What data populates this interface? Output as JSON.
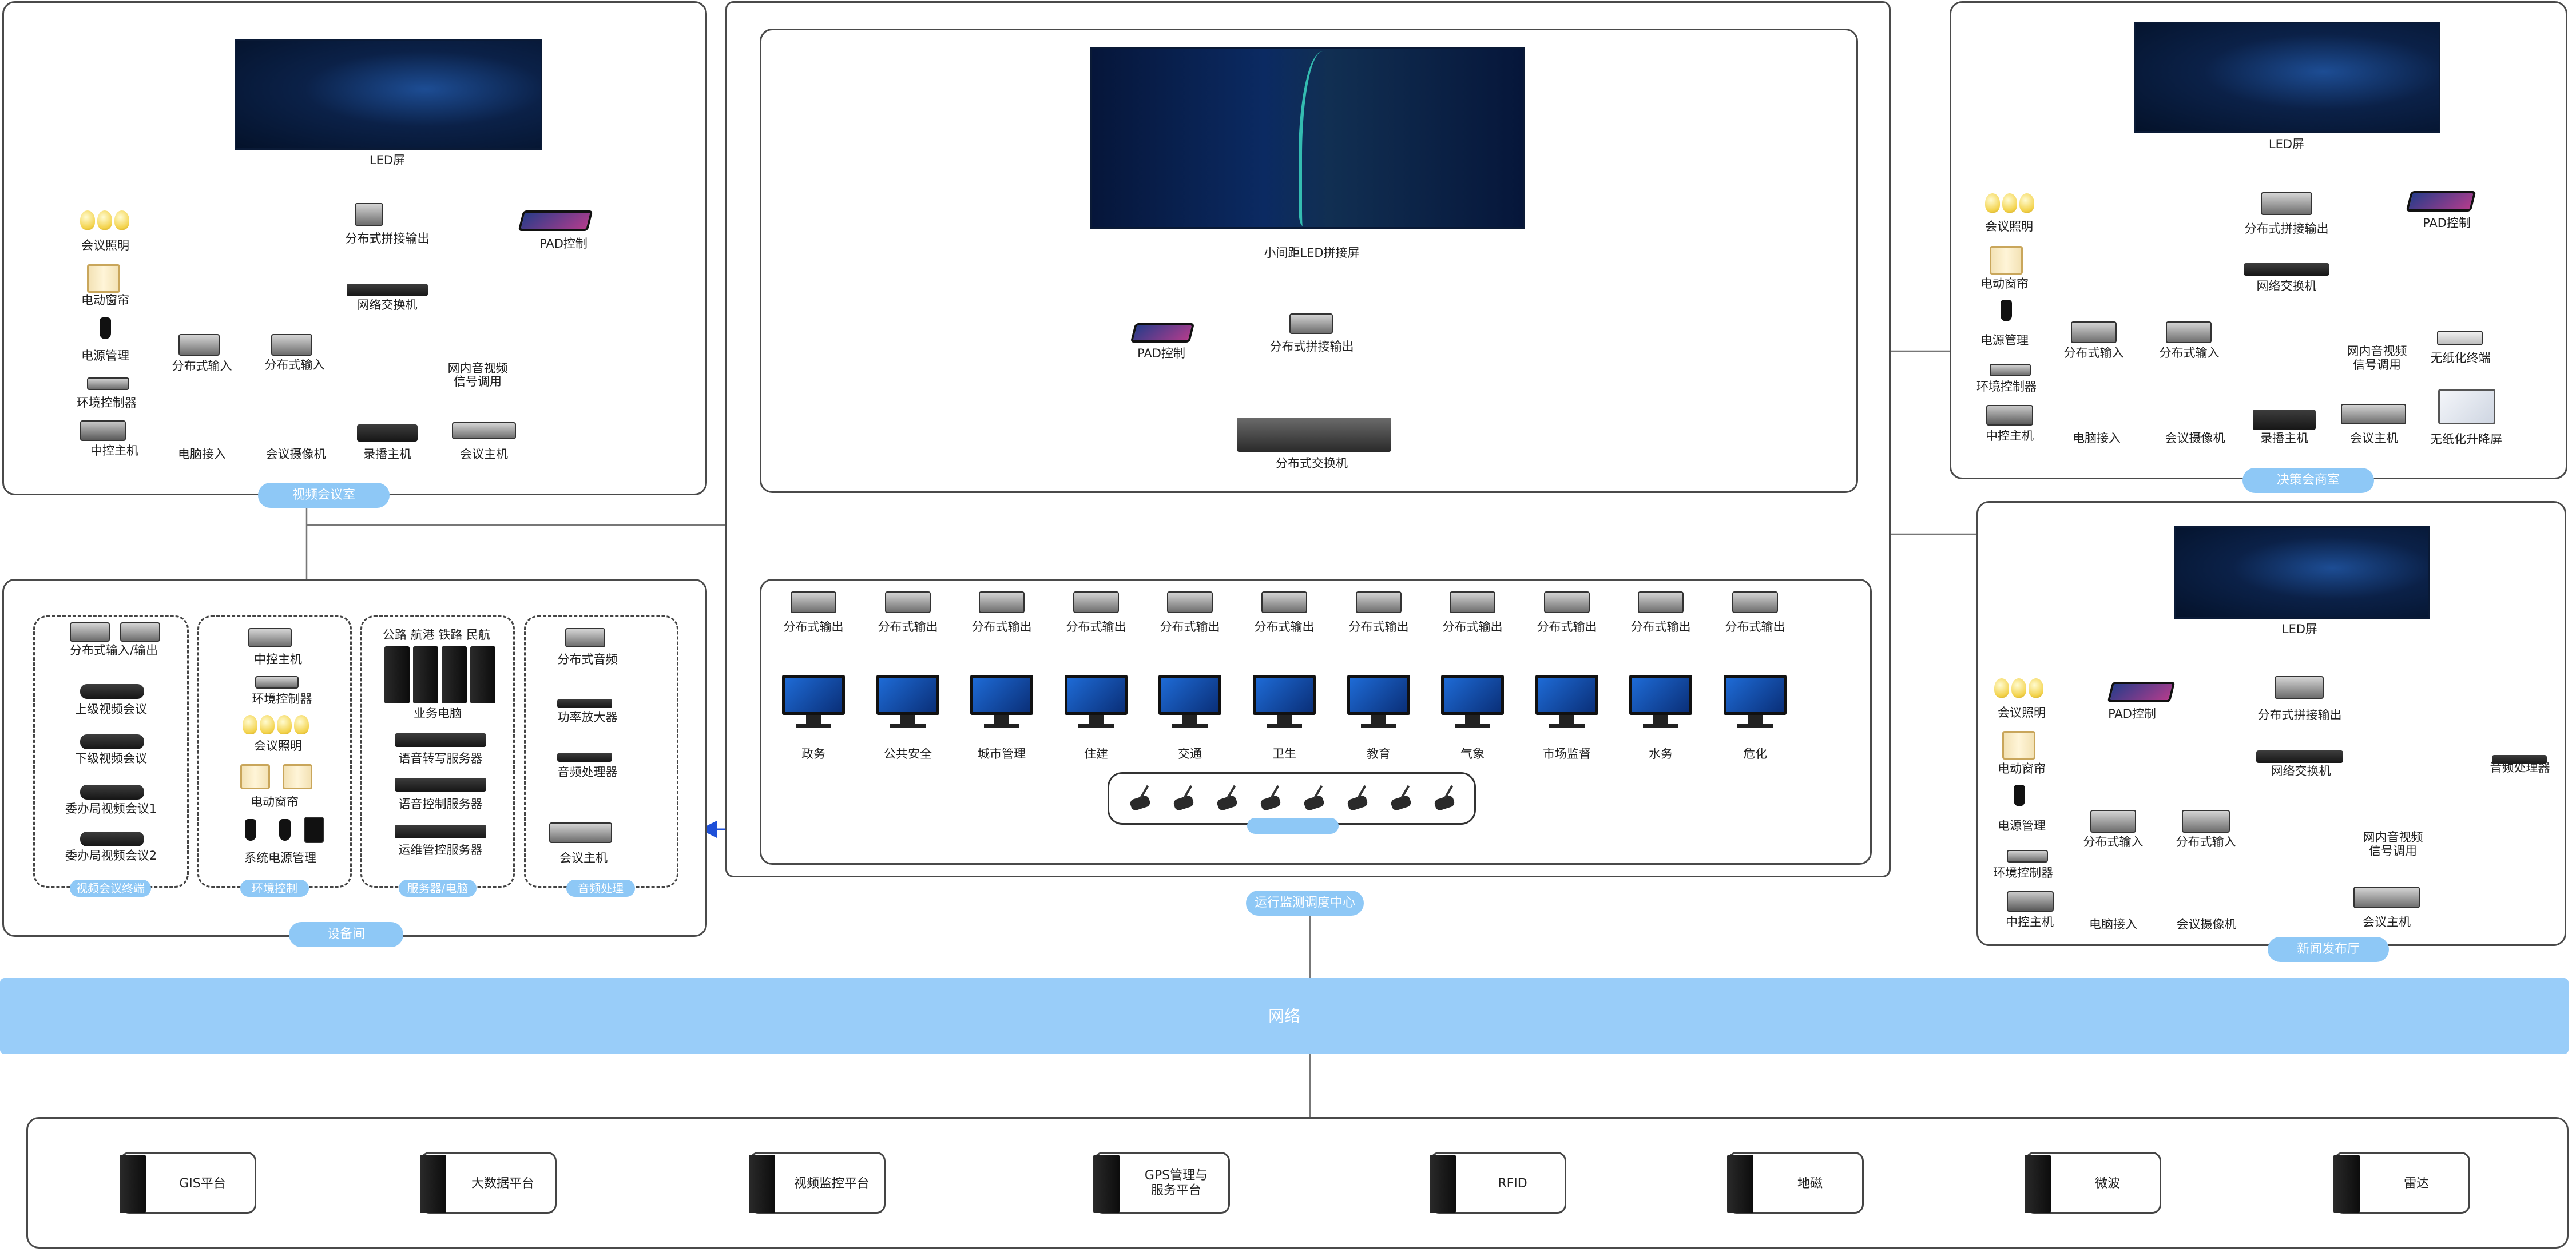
{
  "network_bar": "网络",
  "sections": {
    "video_conf": "视频会议室",
    "equipment": "设备间",
    "center": "运行监测调度中心",
    "decision": "决策会商室",
    "press": "新闻发布厅"
  },
  "vc_room": {
    "led": "LED屏",
    "splice_out": "分布式拼接输出",
    "pad": "PAD控制",
    "switch": "网络交换机",
    "lighting": "会议照明",
    "curtain": "电动窗帘",
    "power": "电源管理",
    "env": "环境控制器",
    "host": "中控主机",
    "input1": "分布式输入",
    "input2": "分布式输入",
    "pc": "电脑接入",
    "camera": "会议摄像机",
    "recorder": "录播主机",
    "conf_host": "会议主机",
    "intranet": [
      "网内音视频",
      "信号调用"
    ]
  },
  "equip_room": {
    "video_terminal": {
      "caption": "视频会议终端",
      "io": "分布式输入/输出",
      "items": [
        "上级视频会议",
        "下级视频会议",
        "委办局视频会议1",
        "委办局视频会议2"
      ]
    },
    "env_ctrl": {
      "caption": "环境控制",
      "items": [
        "中控主机",
        "环境控制器",
        "会议照明",
        "电动窗帘",
        "系统电源管理"
      ]
    },
    "servers": {
      "caption": "服务器/电脑",
      "header": "公路 航港 铁路 民航",
      "items": [
        "业务电脑",
        "语音转写服务器",
        "语音控制服务器",
        "运维管控服务器"
      ]
    },
    "audio": {
      "caption": "音频处理",
      "items": [
        "分布式音频",
        "功率放大器",
        "音频处理器",
        "会议主机"
      ]
    }
  },
  "center": {
    "screen": "小间距LED拼接屏",
    "splice_out": "分布式拼接输出",
    "pad": "PAD控制",
    "switch": "分布式交换机",
    "output_label": "分布式输出",
    "seats": [
      "政务",
      "公共安全",
      "城市管理",
      "住建",
      "交通",
      "卫生",
      "教育",
      "气象",
      "市场监督",
      "水务",
      "危化"
    ],
    "mic_caption": ""
  },
  "decision": {
    "led": "LED屏",
    "splice_out": "分布式拼接输出",
    "pad": "PAD控制",
    "switch": "网络交换机",
    "lighting": "会议照明",
    "curtain": "电动窗帘",
    "power": "电源管理",
    "env": "环境控制器",
    "host": "中控主机",
    "input1": "分布式输入",
    "input2": "分布式输入",
    "pc": "电脑接入",
    "camera": "会议摄像机",
    "recorder": "录播主机",
    "conf_host": "会议主机",
    "intranet": [
      "网内音视频",
      "信号调用"
    ],
    "paperless_terminal": "无纸化终端",
    "paperless_screen": "无纸化升降屏"
  },
  "press": {
    "led": "LED屏",
    "pad": "PAD控制",
    "splice_out": "分布式拼接输出",
    "switch": "网络交换机",
    "audio_proc": "音频处理器",
    "lighting": "会议照明",
    "curtain": "电动窗帘",
    "power": "电源管理",
    "env": "环境控制器",
    "host": "中控主机",
    "input1": "分布式输入",
    "input2": "分布式输入",
    "pc": "电脑接入",
    "camera": "会议摄像机",
    "conf_host": "会议主机",
    "intranet": [
      "网内音视频",
      "信号调用"
    ]
  },
  "platforms": [
    "GIS平台",
    "大数据平台",
    "视频监控平台",
    [
      "GPS管理与",
      "服务平台"
    ],
    "RFID",
    "地磁",
    "微波",
    "雷达"
  ]
}
